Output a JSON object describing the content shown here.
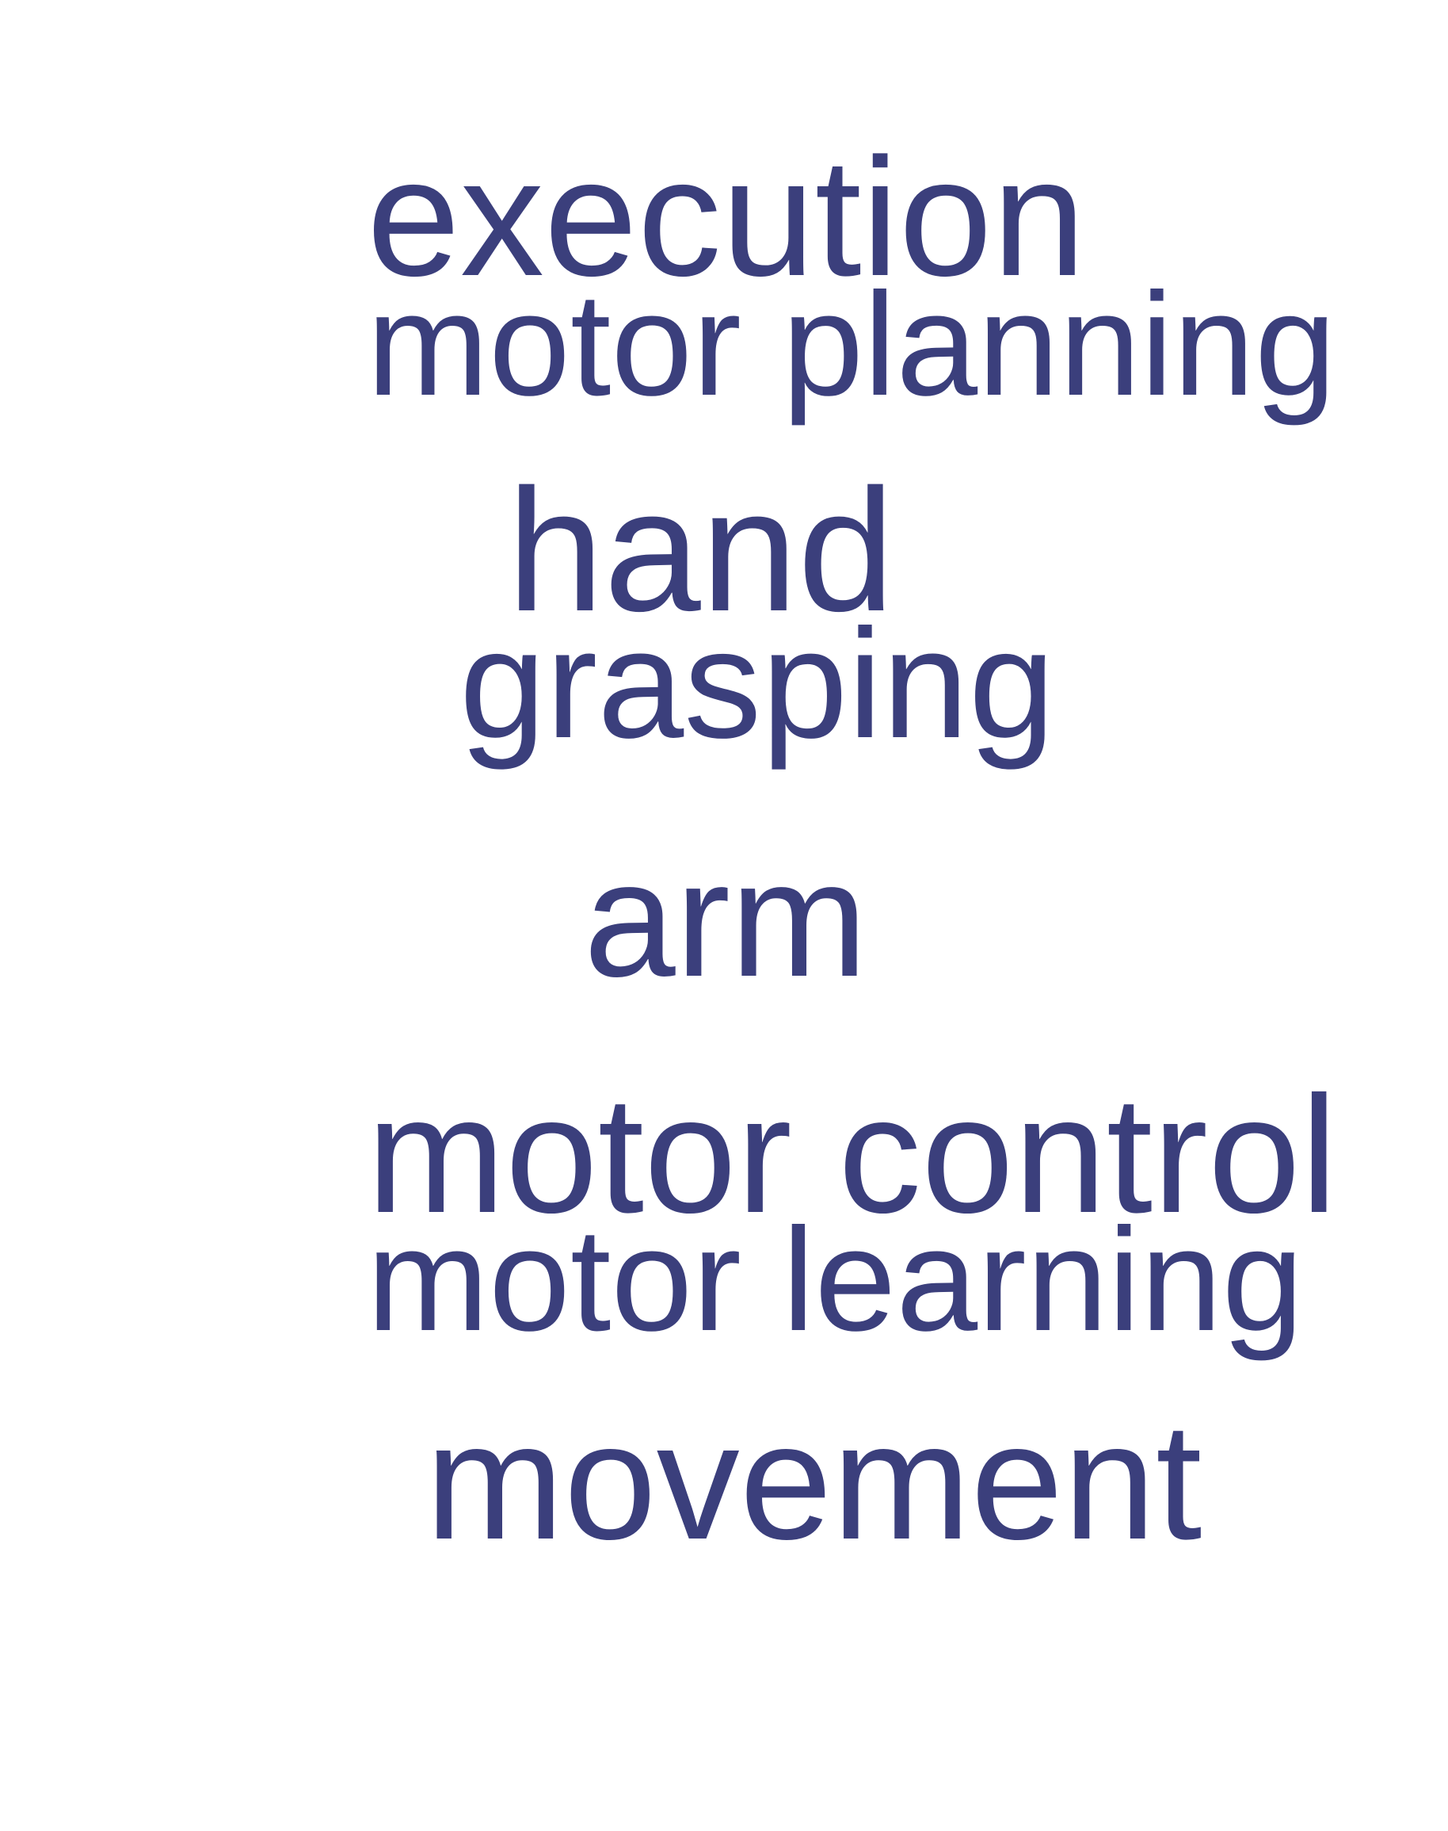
{
  "text_color": "#3b3f7c",
  "background_color": "#ffffff",
  "words": [
    "execution",
    "motor planning",
    "hand",
    "grasping",
    "arm",
    "motor control",
    "motor learning",
    "movement"
  ]
}
